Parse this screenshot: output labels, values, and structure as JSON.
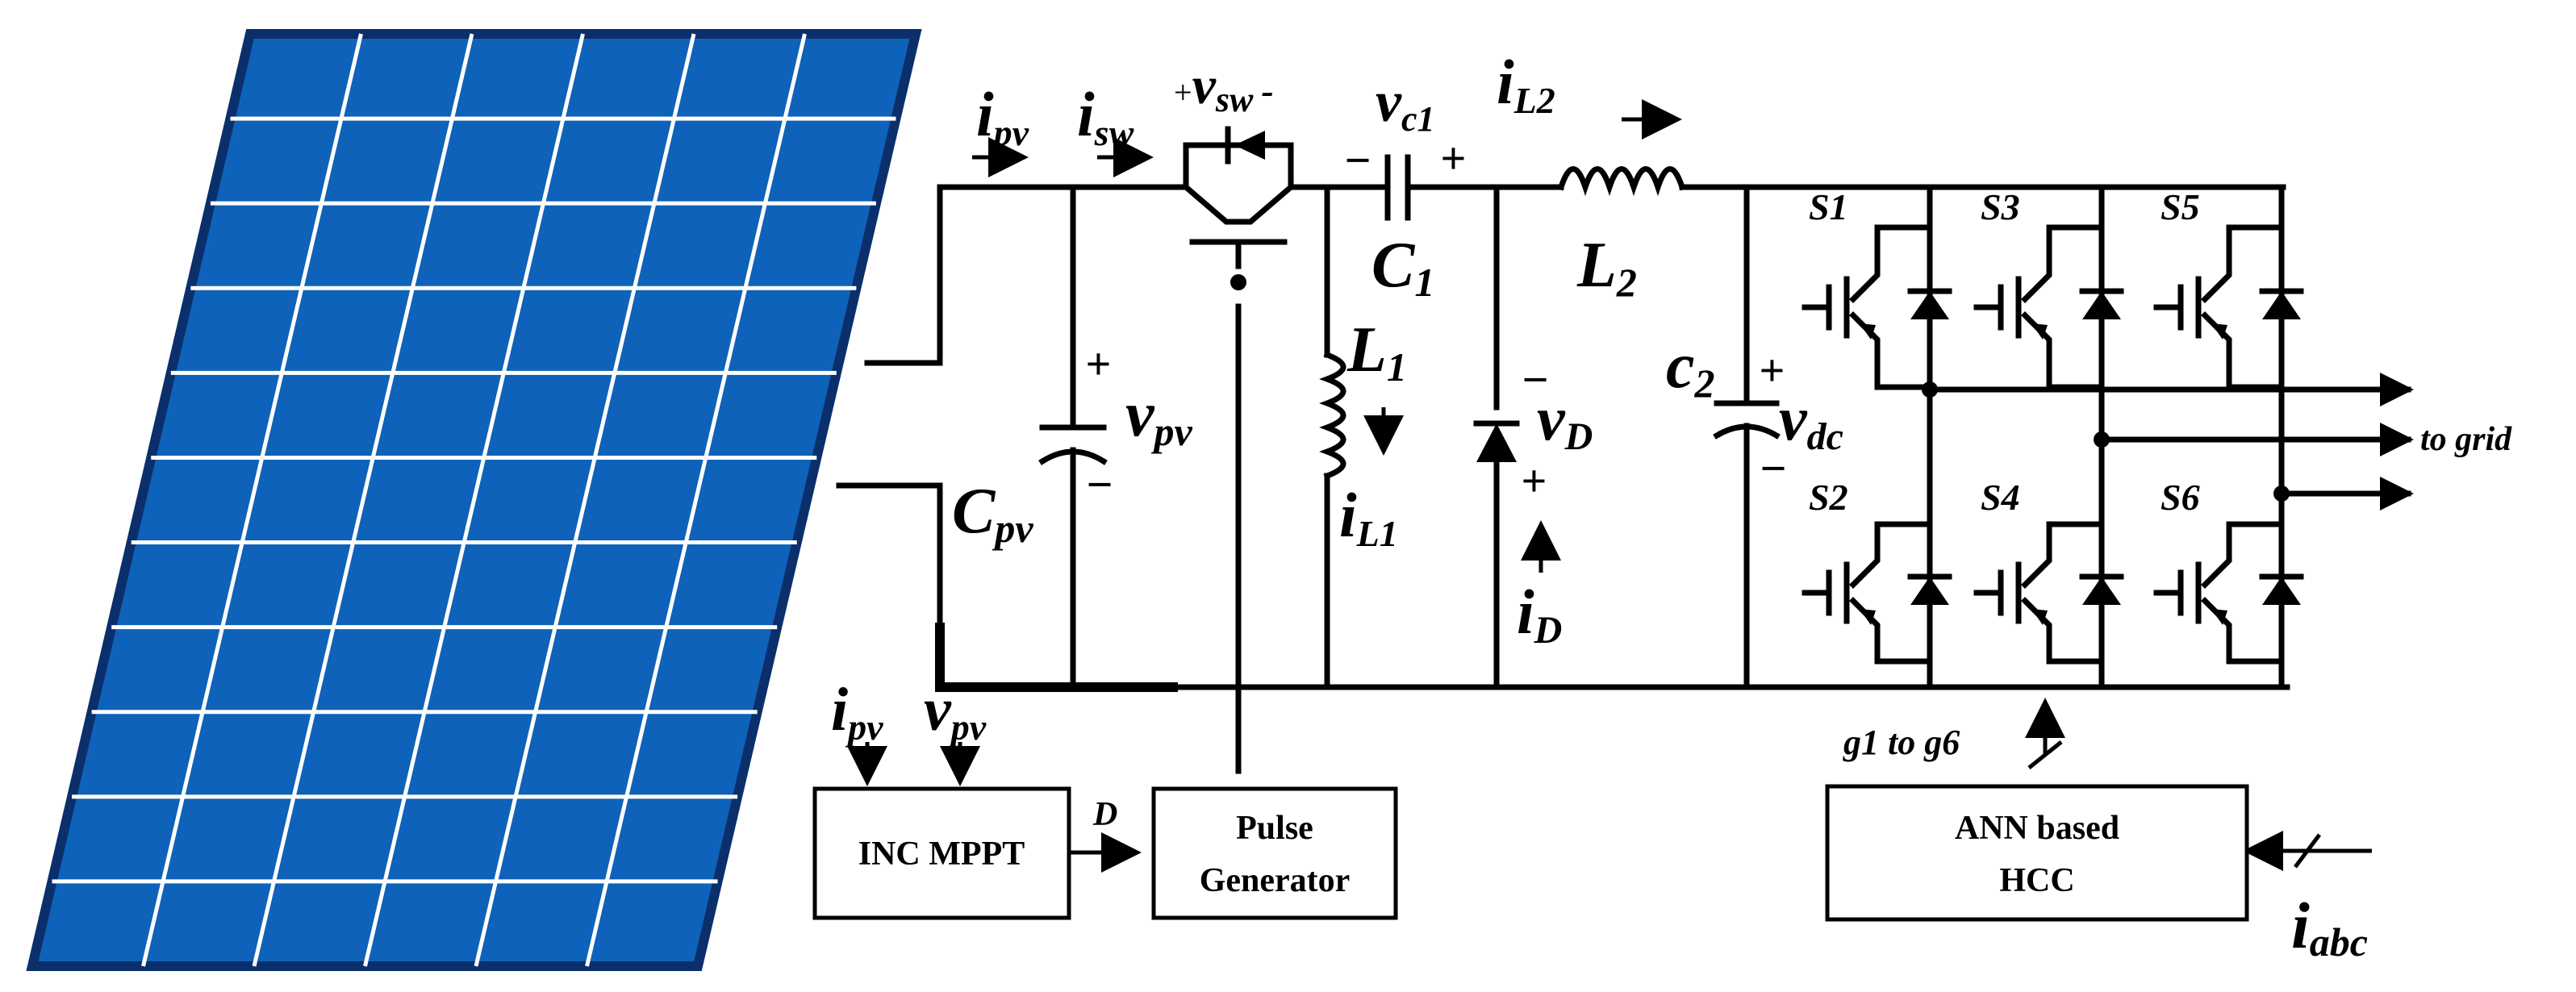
{
  "colors": {
    "panel_fill": "#0E62B9",
    "panel_border": "#0B2F6B",
    "panel_grid": "#FFFFFF",
    "line": "#000000",
    "background": "#FFFFFF"
  },
  "labels": {
    "i_pv": {
      "main": "i",
      "sub": "pv"
    },
    "i_sw": {
      "main": "i",
      "sub": "sw"
    },
    "v_sw": {
      "plus": "+",
      "main": "v",
      "sub": "sw",
      "minus": "-"
    },
    "v_c1": {
      "main": "v",
      "sub": "c1"
    },
    "c1_minus": "−",
    "c1_plus": "+",
    "i_L2": {
      "main": "i",
      "sub": "L2"
    },
    "C1": {
      "main": "C",
      "sub": "1"
    },
    "L2": {
      "main": "L",
      "sub": "2"
    },
    "L1": {
      "main": "L",
      "sub": "1"
    },
    "i_L1": {
      "main": "i",
      "sub": "L1"
    },
    "Cpv": {
      "main": "C",
      "sub": "pv"
    },
    "v_pv": {
      "main": "v",
      "sub": "pv"
    },
    "vpv_plus": "+",
    "vpv_minus": "−",
    "v_D": {
      "main": "v",
      "sub": "D"
    },
    "vd_minus": "−",
    "vd_plus": "+",
    "i_D": {
      "main": "i",
      "sub": "D"
    },
    "c2": {
      "main": "c",
      "sub": "2"
    },
    "v_dc": {
      "main": "v",
      "sub": "dc"
    },
    "vdc_plus": "+",
    "vdc_minus": "−",
    "i_pv_in": {
      "main": "i",
      "sub": "pv"
    },
    "v_pv_in": {
      "main": "v",
      "sub": "pv"
    },
    "D": "D",
    "g_label": "g1 to g6",
    "to_grid": "to grid",
    "i_abc": {
      "main": "i",
      "sub": "abc"
    }
  },
  "switches": [
    "S1",
    "S3",
    "S5",
    "S2",
    "S4",
    "S6"
  ],
  "blocks": {
    "mppt": "INC MPPT",
    "pulse_line1": "Pulse",
    "pulse_line2": "Generator",
    "ann_line1": "ANN based",
    "ann_line2": "HCC"
  }
}
